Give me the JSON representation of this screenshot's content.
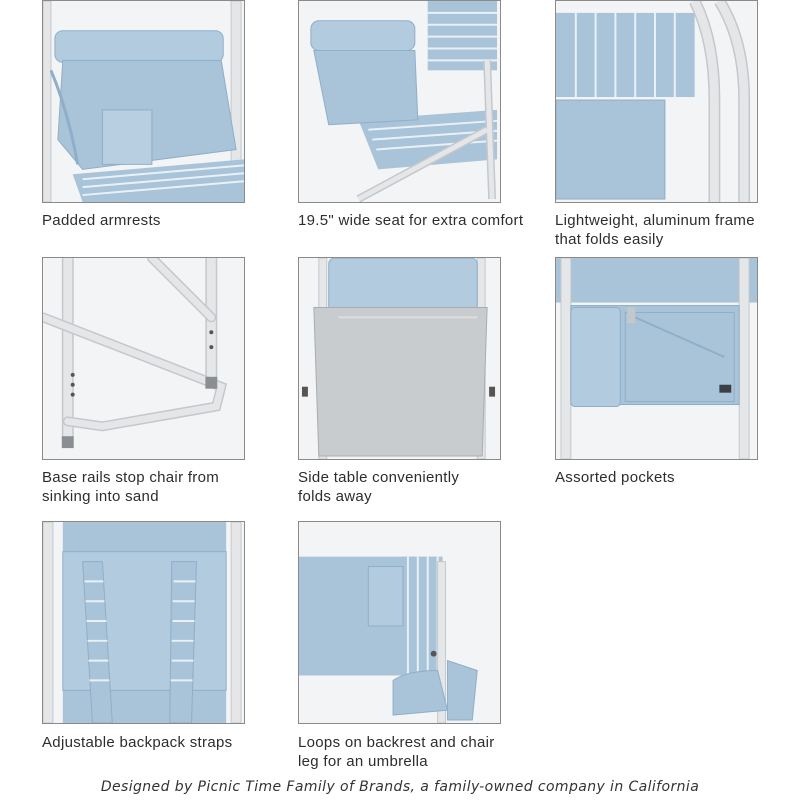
{
  "colors": {
    "fabric": "#a9c3d8",
    "fabric_dark": "#8faec8",
    "frame": "#e4e6e8",
    "frame_shadow": "#c4c8cc",
    "table_gray": "#c9ccce",
    "background": "#f3f4f5",
    "border": "#8a8a8a"
  },
  "features": [
    {
      "caption": "Padded armrests",
      "icon": "armrest-image"
    },
    {
      "caption": "19.5\" wide seat for extra comfort",
      "icon": "seat-image"
    },
    {
      "caption": "Lightweight, aluminum frame\nthat folds easily",
      "icon": "frame-image"
    },
    {
      "caption": "Base rails stop chair from\nsinking into sand",
      "icon": "base-rails-image"
    },
    {
      "caption": "Side table conveniently\nfolds away",
      "icon": "side-table-image"
    },
    {
      "caption": "Assorted pockets",
      "icon": "pockets-image"
    },
    {
      "caption": "Adjustable backpack straps",
      "icon": "backpack-straps-image"
    },
    {
      "caption": "Loops on backrest and chair\nleg for an umbrella",
      "icon": "umbrella-loops-image"
    }
  ],
  "footer": {
    "text": "Designed by Picnic Time Family of Brands, a family-owned company in California"
  }
}
